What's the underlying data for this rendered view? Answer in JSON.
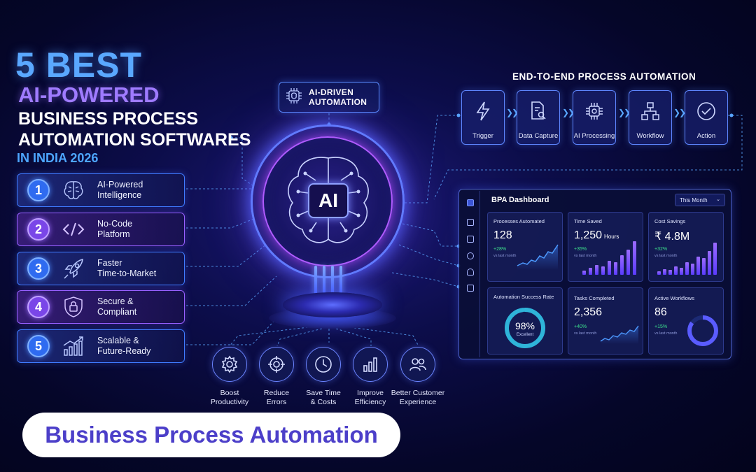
{
  "title": {
    "line1": "5 BEST",
    "line2": "AI-POWERED",
    "line3": "BUSINESS PROCESS",
    "line4": "AUTOMATION SOFTWARES",
    "line5": "IN INDIA 2026"
  },
  "features": [
    {
      "num": "1",
      "label": "AI-Powered\nIntelligence",
      "icon": "brain-icon"
    },
    {
      "num": "2",
      "label": "No-Code\nPlatform",
      "icon": "code-icon"
    },
    {
      "num": "3",
      "label": "Faster\nTime-to-Market",
      "icon": "rocket-icon"
    },
    {
      "num": "4",
      "label": "Secure &\nCompliant",
      "icon": "lock-shield-icon"
    },
    {
      "num": "5",
      "label": "Scalable &\nFuture-Ready",
      "icon": "growth-chart-icon"
    }
  ],
  "center": {
    "badge": "AI-DRIVEN\nAUTOMATION",
    "chip": "AI"
  },
  "benefits": [
    {
      "label": "Boost\nProductivity",
      "icon": "gear-icon"
    },
    {
      "label": "Reduce\nErrors",
      "icon": "target-icon"
    },
    {
      "label": "Save Time\n& Costs",
      "icon": "clock-icon"
    },
    {
      "label": "Improve\nEfficiency",
      "icon": "bar-chart-icon"
    },
    {
      "label": "Better Customer\nExperience",
      "icon": "users-icon"
    }
  ],
  "footer": {
    "pill": "Business Process Automation"
  },
  "flow": {
    "title": "END-TO-END PROCESS AUTOMATION",
    "steps": [
      {
        "label": "Trigger",
        "icon": "lightning-icon"
      },
      {
        "label": "Data Capture",
        "icon": "document-search-icon"
      },
      {
        "label": "AI Processing",
        "icon": "chip-icon"
      },
      {
        "label": "Workflow",
        "icon": "hierarchy-icon"
      },
      {
        "label": "Action",
        "icon": "check-circle-icon"
      }
    ]
  },
  "dashboard": {
    "title": "BPA Dashboard",
    "period": "This Month",
    "cards": [
      {
        "title": "Processes Automated",
        "value": "128",
        "unit": "",
        "change": "+28%",
        "sub": "vs last month"
      },
      {
        "title": "Time Saved",
        "value": "1,250",
        "unit": "Hours",
        "change": "+35%",
        "sub": "vs last month"
      },
      {
        "title": "Cost Savings",
        "value": "₹ 4.8M",
        "unit": "",
        "change": "+32%",
        "sub": "vs last month"
      },
      {
        "title": "Automation Success Rate",
        "value": "98%",
        "unit": "Excellent",
        "change": "",
        "sub": ""
      },
      {
        "title": "Tasks Completed",
        "value": "2,356",
        "unit": "",
        "change": "+40%",
        "sub": "vs last month"
      },
      {
        "title": "Active Workflows",
        "value": "86",
        "unit": "",
        "change": "+15%",
        "sub": "vs last month"
      }
    ],
    "success_rate": 0.98,
    "workflows_ring": 0.85
  },
  "colors": {
    "accent_blue": "#4d8cff",
    "accent_purple": "#9b6bff",
    "bg": "#050629",
    "positive": "#3de08d"
  }
}
